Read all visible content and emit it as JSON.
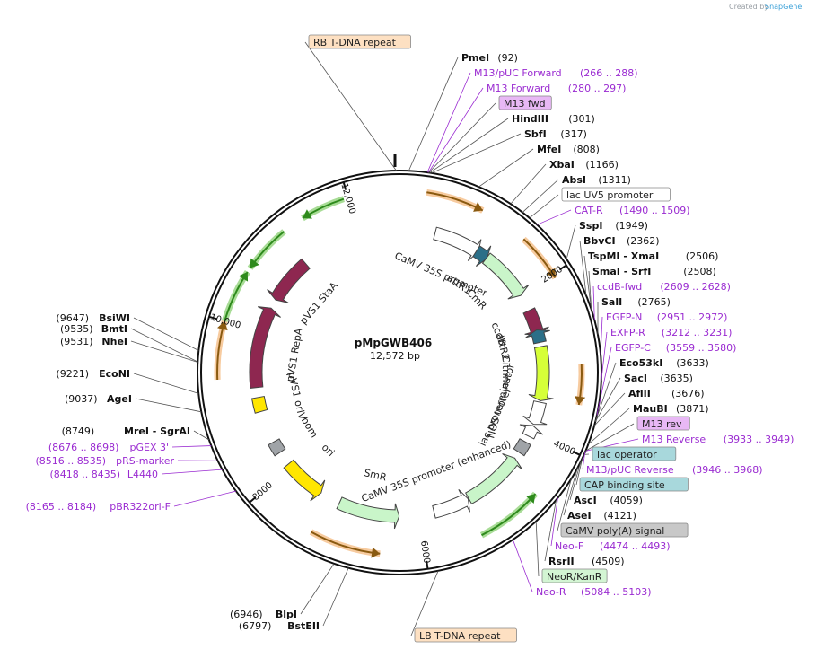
{
  "credit": {
    "prefix": "Created by",
    "brand": "SnapGene"
  },
  "plasmid": {
    "name": "pMpGWB406",
    "length_label": "12,572 bp",
    "total_bp": 12572
  },
  "ticks": [
    {
      "bp": 2000,
      "label": "2000"
    },
    {
      "bp": 4000,
      "label": "4000"
    },
    {
      "bp": 6000,
      "label": "6000"
    },
    {
      "bp": 8000,
      "label": "8000"
    },
    {
      "bp": 10000,
      "label": "10,000"
    },
    {
      "bp": 12000,
      "label": "12,000"
    }
  ],
  "right_labels": [
    {
      "kind": "boxed",
      "text": "RB T-DNA repeat",
      "color": "#fde0c2",
      "bp": 12540
    },
    {
      "kind": "enzyme",
      "name": "PmeI",
      "pos": "(92)",
      "bp": 92
    },
    {
      "kind": "primer",
      "name": "M13/pUC Forward",
      "pos": "(266 .. 288)",
      "bp": 277
    },
    {
      "kind": "primer",
      "name": "M13 Forward",
      "pos": "(280 .. 297)",
      "bp": 288
    },
    {
      "kind": "boxed",
      "text": "M13 fwd",
      "color": "#e8b8f5",
      "bp": 290
    },
    {
      "kind": "enzyme",
      "name": "HindIII",
      "pos": "(301)",
      "bp": 301
    },
    {
      "kind": "enzyme",
      "name": "SbfI",
      "pos": "(317)",
      "bp": 317
    },
    {
      "kind": "enzyme",
      "name": "MfeI",
      "pos": "(808)",
      "bp": 808
    },
    {
      "kind": "enzyme",
      "name": "XbaI",
      "pos": "(1166)",
      "bp": 1166
    },
    {
      "kind": "enzyme",
      "name": "AbsI",
      "pos": "(1311)",
      "bp": 1311
    },
    {
      "kind": "boxed",
      "text": "lac UV5 promoter",
      "color": "#ffffff",
      "bp": 1400
    },
    {
      "kind": "primer",
      "name": "CAT-R",
      "pos": "(1490 .. 1509)",
      "bp": 1500
    },
    {
      "kind": "enzyme",
      "name": "SspI",
      "pos": "(1949)",
      "bp": 1949
    },
    {
      "kind": "enzyme",
      "name": "BbvCI",
      "pos": "(2362)",
      "bp": 2362
    },
    {
      "kind": "enzyme",
      "name": "TspMI  - XmaI",
      "pos": "(2506)",
      "bp": 2506
    },
    {
      "kind": "enzyme",
      "name": "SmaI  - SrfI",
      "pos": "(2508)",
      "bp": 2508
    },
    {
      "kind": "primer",
      "name": "ccdB-fwd",
      "pos": "(2609 .. 2628)",
      "bp": 2618
    },
    {
      "kind": "enzyme",
      "name": "SalI",
      "pos": "(2765)",
      "bp": 2765
    },
    {
      "kind": "primer",
      "name": "EGFP-N",
      "pos": "(2951 .. 2972)",
      "bp": 2961
    },
    {
      "kind": "primer",
      "name": "EXFP-R",
      "pos": "(3212 .. 3231)",
      "bp": 3221
    },
    {
      "kind": "primer",
      "name": "EGFP-C",
      "pos": "(3559 .. 3580)",
      "bp": 3569
    },
    {
      "kind": "enzyme",
      "name": "Eco53kI",
      "pos": "(3633)",
      "bp": 3633
    },
    {
      "kind": "enzyme",
      "name": "SacI",
      "pos": "(3635)",
      "bp": 3635
    },
    {
      "kind": "enzyme",
      "name": "AflII",
      "pos": "(3676)",
      "bp": 3676
    },
    {
      "kind": "enzyme",
      "name": "MauBI",
      "pos": "(3871)",
      "bp": 3871
    },
    {
      "kind": "boxed",
      "text": "M13 rev",
      "color": "#e8b8f5",
      "bp": 3940
    },
    {
      "kind": "primer",
      "name": "M13 Reverse",
      "pos": "(3933 .. 3949)",
      "bp": 3941
    },
    {
      "kind": "boxed",
      "text": "lac operator",
      "color": "#a8d8dc",
      "bp": 3980
    },
    {
      "kind": "primer",
      "name": "M13/pUC Reverse",
      "pos": "(3946 .. 3968)",
      "bp": 3957
    },
    {
      "kind": "boxed",
      "text": "CAP binding site",
      "color": "#a8d8dc",
      "bp": 4020
    },
    {
      "kind": "enzyme",
      "name": "AscI",
      "pos": "(4059)",
      "bp": 4059
    },
    {
      "kind": "enzyme",
      "name": "AseI",
      "pos": "(4121)",
      "bp": 4121
    },
    {
      "kind": "boxed",
      "text": "CaMV poly(A) signal",
      "color": "#c8c8c8",
      "bp": 4250
    },
    {
      "kind": "primer",
      "name": "Neo-F",
      "pos": "(4474 .. 4493)",
      "bp": 4483
    },
    {
      "kind": "enzyme",
      "name": "RsrII",
      "pos": "(4509)",
      "bp": 4509
    },
    {
      "kind": "boxed",
      "text": "NeoR/KanR",
      "color": "#d3f5d3",
      "bp": 4800
    },
    {
      "kind": "primer",
      "name": "Neo-R",
      "pos": "(5084 .. 5103)",
      "bp": 5093
    },
    {
      "kind": "boxed",
      "text": "LB T-DNA repeat",
      "color": "#fde0c2",
      "bp": 5900
    }
  ],
  "left_labels": [
    {
      "kind": "enzyme",
      "name": "BlpI",
      "pos": "(6946)",
      "bp": 6946
    },
    {
      "kind": "enzyme",
      "name": "BstEII",
      "pos": "(6797)",
      "bp": 6797
    },
    {
      "kind": "primer",
      "name": "pBR322ori-F",
      "pos": "(8165 .. 8184)",
      "bp": 8174
    },
    {
      "kind": "primer",
      "name": "L4440",
      "pos": "(8418 .. 8435)",
      "bp": 8426
    },
    {
      "kind": "primer",
      "name": "pRS-marker",
      "pos": "(8516 .. 8535)",
      "bp": 8525
    },
    {
      "kind": "primer",
      "name": "pGEX 3'",
      "pos": "(8676 .. 8698)",
      "bp": 8687
    },
    {
      "kind": "enzyme",
      "name": "MreI  - SgrAI",
      "pos": "(8749)",
      "bp": 8749
    },
    {
      "kind": "enzyme",
      "name": "AgeI",
      "pos": "(9037)",
      "bp": 9037
    },
    {
      "kind": "enzyme",
      "name": "EcoNI",
      "pos": "(9221)",
      "bp": 9221
    },
    {
      "kind": "enzyme",
      "name": "NheI",
      "pos": "(9531)",
      "bp": 9531
    },
    {
      "kind": "enzyme",
      "name": "BmtI",
      "pos": "(9535)",
      "bp": 9535
    },
    {
      "kind": "enzyme",
      "name": "BsiWI",
      "pos": "(9647)",
      "bp": 9647
    }
  ],
  "inner_features": [
    {
      "name": "CaMV 35S promoter",
      "label": "CaMV 35S promoter",
      "bp_start": 500,
      "bp_end": 1100,
      "color": "#ffffff",
      "dir": "cw"
    },
    {
      "name": "attR1",
      "label": "attR1",
      "bp_start": 1130,
      "bp_end": 1250,
      "color": "#2b6f88",
      "dir": "cw"
    },
    {
      "name": "CmR",
      "label": "CmR",
      "bp_start": 1300,
      "bp_end": 1950,
      "color": "#c9f5c9",
      "dir": "cw"
    },
    {
      "name": "ccdB",
      "label": "ccdB",
      "bp_start": 2250,
      "bp_end": 2550,
      "color": "#8e2750",
      "dir": "cw"
    },
    {
      "name": "attR2",
      "label": "attR2",
      "bp_start": 2600,
      "bp_end": 2720,
      "color": "#2b6f88",
      "dir": "ccw"
    },
    {
      "name": "Citrine",
      "label": "Citrine",
      "bp_start": 2780,
      "bp_end": 3480,
      "color": "#d6ff38",
      "dir": "cw"
    },
    {
      "name": "NOS terminator",
      "label": "NOS terminator",
      "bp_start": 3560,
      "bp_end": 3820,
      "color": "#ffffff",
      "dir": "cw"
    },
    {
      "name": "lac promoter",
      "label": "lac promoter",
      "bp_start": 3960,
      "bp_end": 4060,
      "color": "#ffffff",
      "dir": "ccw"
    },
    {
      "name": "CaMV poly(A)",
      "label": "",
      "bp_start": 4150,
      "bp_end": 4320,
      "color": "#a0a4a8",
      "dir": "none"
    },
    {
      "name": "NeoR/KanR",
      "label": "",
      "bp_start": 4480,
      "bp_end": 5280,
      "color": "#c9f5c9",
      "dir": "ccw"
    },
    {
      "name": "CaMV 35S promoter (enhanced)",
      "label": "CaMV 35S promoter (enhanced)",
      "bp_start": 5350,
      "bp_end": 5800,
      "color": "#ffffff",
      "dir": "ccw"
    },
    {
      "name": "SmR",
      "label": "SmR",
      "bp_start": 6350,
      "bp_end": 7150,
      "color": "#c9f5c9",
      "dir": "ccw"
    },
    {
      "name": "ori",
      "label": "ori",
      "bp_start": 7500,
      "bp_end": 8050,
      "color": "#ffe600",
      "dir": "ccw"
    },
    {
      "name": "bom",
      "label": "bom",
      "bp_start": 8250,
      "bp_end": 8420,
      "color": "#a0a4a8",
      "dir": "none"
    },
    {
      "name": "pVS1 oriV",
      "label": "pVS1 oriV",
      "bp_start": 8880,
      "bp_end": 9080,
      "color": "#ffe600",
      "dir": "none"
    },
    {
      "name": "pVS1 RepA",
      "label": "pVS1 RepA",
      "bp_start": 9220,
      "bp_end": 10300,
      "color": "#8e2750",
      "dir": "cw"
    },
    {
      "name": "pVS1 StaA",
      "label": "pVS1 StaA",
      "bp_start": 10550,
      "bp_end": 11150,
      "color": "#8e2750",
      "dir": "ccw"
    }
  ],
  "outer_arcs": [
    {
      "bp_start": 300,
      "bp_end": 950,
      "color": "#f0a050",
      "dir": "cw"
    },
    {
      "bp_start": 1500,
      "bp_end": 2050,
      "color": "#f0a050",
      "dir": "cw"
    },
    {
      "bp_start": 3050,
      "bp_end": 3500,
      "color": "#f0a050",
      "dir": "cw"
    },
    {
      "bp_start": 4600,
      "bp_end": 5350,
      "color": "#60c040",
      "dir": "ccw"
    },
    {
      "bp_start": 6500,
      "bp_end": 7300,
      "color": "#f0a050",
      "dir": "ccw"
    },
    {
      "bp_start": 9350,
      "bp_end": 10000,
      "color": "#f0a050",
      "dir": "cw"
    },
    {
      "bp_start": 10000,
      "bp_end": 10600,
      "color": "#60c040",
      "dir": "cw"
    },
    {
      "bp_start": 10650,
      "bp_end": 11200,
      "color": "#60c040",
      "dir": "ccw"
    },
    {
      "bp_start": 11450,
      "bp_end": 11950,
      "color": "#60c040",
      "dir": "ccw"
    }
  ]
}
